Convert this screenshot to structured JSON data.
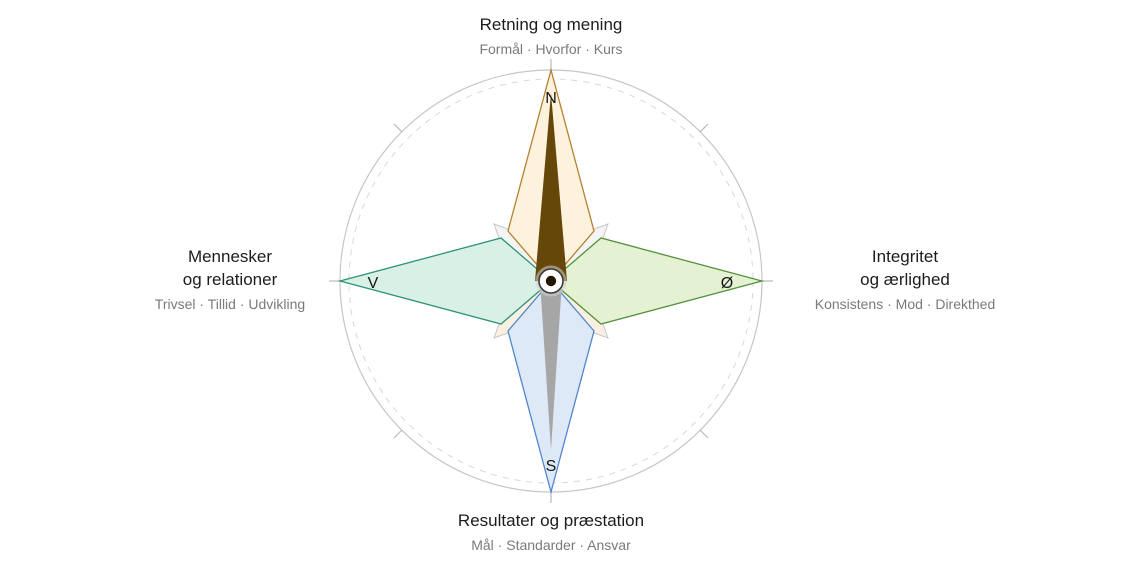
{
  "labels": {
    "north": {
      "title": "Retning og mening",
      "subtitle": "Formål · Hvorfor · Kurs"
    },
    "east": {
      "title": "Integritet\nog ærlighed",
      "subtitle": "Konsistens · Mod · Direkthed"
    },
    "south": {
      "title": "Resultater og præstation",
      "subtitle": "Mål · Standarder · Ansvar"
    },
    "west": {
      "title": "Mennesker\nog relationer",
      "subtitle": "Trivsel · Tillid · Udvikling"
    }
  },
  "compass": {
    "letters": {
      "north": "N",
      "east": "Ø",
      "south": "S",
      "west": "V"
    },
    "colors": {
      "north_fill": "#fcf2dd",
      "north_stroke": "#b5812e",
      "east_fill": "#e4f1d2",
      "east_stroke": "#55913c",
      "south_fill": "#dde9f7",
      "south_stroke": "#5186cc",
      "west_fill": "#d9f0e6",
      "west_stroke": "#2e9377",
      "minor_fill_top": "#f4f4f4",
      "minor_fill_bottom": "#faf0e2",
      "minor_stroke": "#c6c6c6",
      "needle_north": "#66470a",
      "needle_south": "#a6a6a6",
      "ring_stroke": "#c6c6c6",
      "dashed_stroke": "#d8d8d8",
      "tick_stroke": "#b9b9b9",
      "hub_halo": "#cfcfcf",
      "hub_fill": "#ffffff",
      "hub_stroke": "#3a3a3a",
      "hub_dot": "#241505",
      "letter_color": "#141414"
    }
  }
}
